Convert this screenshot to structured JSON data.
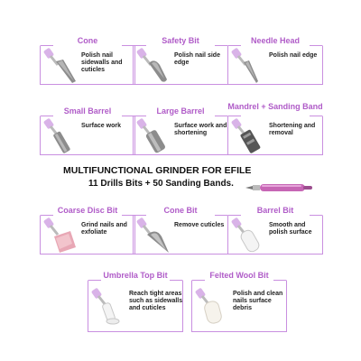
{
  "banner": {
    "line1": "MULTIFUNCTIONAL GRINDER FOR EFILE",
    "line2": "11 Drills Bits + 50 Sanding Bands."
  },
  "tiles": [
    {
      "title": "Cone",
      "desc": "Polish nail sidewalls and cuticles",
      "icon": "cone-bit-icon"
    },
    {
      "title": "Safety Bit",
      "desc": "Polish nail side edge",
      "icon": "safety-bit-icon"
    },
    {
      "title": "Needle Head",
      "desc": "Polish nail edge",
      "icon": "needle-head-icon"
    },
    {
      "title": "Small Barrel",
      "desc": "Surface work",
      "icon": "small-barrel-icon"
    },
    {
      "title": "Large Barrel",
      "desc": "Surface work and shortening",
      "icon": "large-barrel-icon"
    },
    {
      "title": "Mandrel + Sanding Band",
      "desc": "Shortening and removal",
      "icon": "mandrel-icon"
    },
    {
      "title": "Coarse Disc Bit",
      "desc": "Grind nails and exfoliate",
      "icon": "coarse-disc-icon"
    },
    {
      "title": "Cone Bit",
      "desc": "Remove cuticles",
      "icon": "cone-bit-ceramic-icon"
    },
    {
      "title": "Barrel Bit",
      "desc": "Smooth and polish surface",
      "icon": "barrel-bit-icon"
    },
    {
      "title": "Umbrella Top Bit",
      "desc": "Reach tight areas such as sidewalls and cuticles",
      "icon": "umbrella-top-icon"
    },
    {
      "title": "Felted Wool Bit",
      "desc": "Polish and clean nails surface debris",
      "icon": "felt-wool-icon"
    }
  ],
  "colors": {
    "accent": "#b05cc8",
    "frame": "#c98fe0",
    "metal": "#9a9a9a",
    "shank": "#d9b3e8",
    "pink_stone": "#e8a7b5",
    "white_ceramic": "#f4f4f4"
  }
}
